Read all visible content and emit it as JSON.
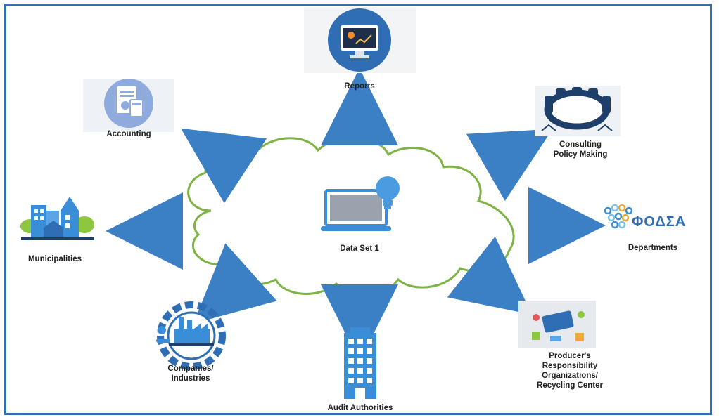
{
  "center": {
    "label": "Data Set 1",
    "icon": "laptop-lightbulb-icon"
  },
  "nodes": {
    "reports": {
      "label": "Reports",
      "icon": "monitor-dashboard-icon"
    },
    "accounting": {
      "label": "Accounting",
      "icon": "calculator-document-icon"
    },
    "consulting": {
      "label_line1": "Consulting",
      "label_line2": "Policy Making",
      "icon": "meeting-table-icon"
    },
    "departments": {
      "label": "Departments",
      "logo_text": "ΦΟΔΣΑ",
      "icon": "fodsa-logo"
    },
    "municipalities": {
      "label": "Municipalities",
      "icon": "city-buildings-icon"
    },
    "companies": {
      "label_line1": "Companies/",
      "label_line2": "Industries",
      "icon": "factory-gear-icon"
    },
    "audit": {
      "label": "Audit Authorities",
      "icon": "office-building-icon"
    },
    "producers": {
      "label_line1": "Producer's",
      "label_line2": "Responsibility",
      "label_line3": "Organizations/",
      "label_line4": "Recycling Center",
      "icon": "recycling-center-icon"
    }
  },
  "colors": {
    "frame": "#2f6db4",
    "arrow": "#3b7fc4",
    "cloud": "#7cb342",
    "icon_blue": "#3a8ed8",
    "icon_dark": "#1f3f6b"
  }
}
